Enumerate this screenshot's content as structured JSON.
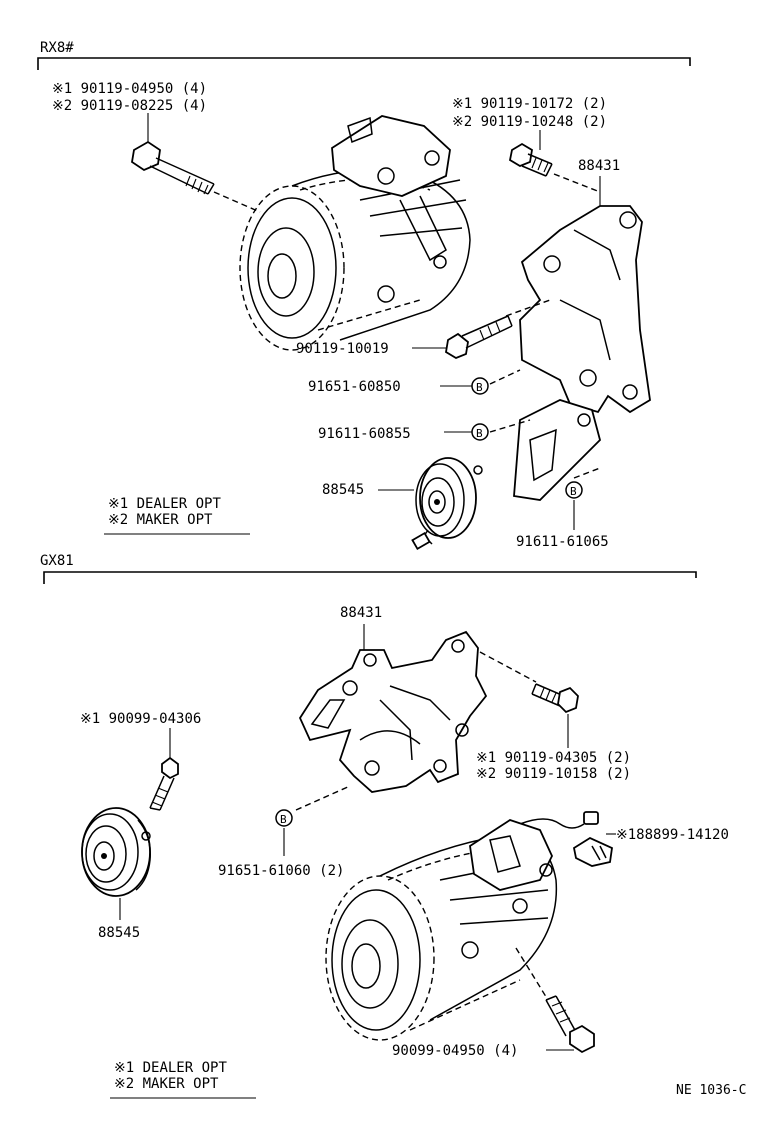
{
  "sections": [
    {
      "model": "RX8#",
      "labels": {
        "compressor_bolt_1": "※1  90119-04950 (4)",
        "compressor_bolt_2": "※2  90119-08225 (4)",
        "bracket_bolt_1": "※1  90119-10172 (2)",
        "bracket_bolt_2": "※2  90119-10248 (2)",
        "bracket": "88431",
        "bolt": "90119-10019",
        "nut_a": "91651-60850",
        "nut_b": "91611-60855",
        "idler_pulley": "88545",
        "nut_c": "91611-61065"
      },
      "note": {
        "line1": "※1  DEALER OPT",
        "line2": "※2  MAKER OPT"
      }
    },
    {
      "model": "GX81",
      "labels": {
        "bracket": "88431",
        "pulley_bolt": "※1  90099-04306",
        "bracket_bolt_1": "※1  90119-04305 (2)",
        "bracket_bolt_2": "※2  90119-10158 (2)",
        "connector": "※188899-14120",
        "nut": "91651-61060 (2)",
        "idler_pulley": "88545",
        "compressor_bolt": "90099-04950 (4)"
      },
      "note": {
        "line1": "※1  DEALER OPT",
        "line2": "※2  MAKER OPT"
      }
    }
  ],
  "nut_symbol": "B",
  "figure_code": "NE 1036-C"
}
